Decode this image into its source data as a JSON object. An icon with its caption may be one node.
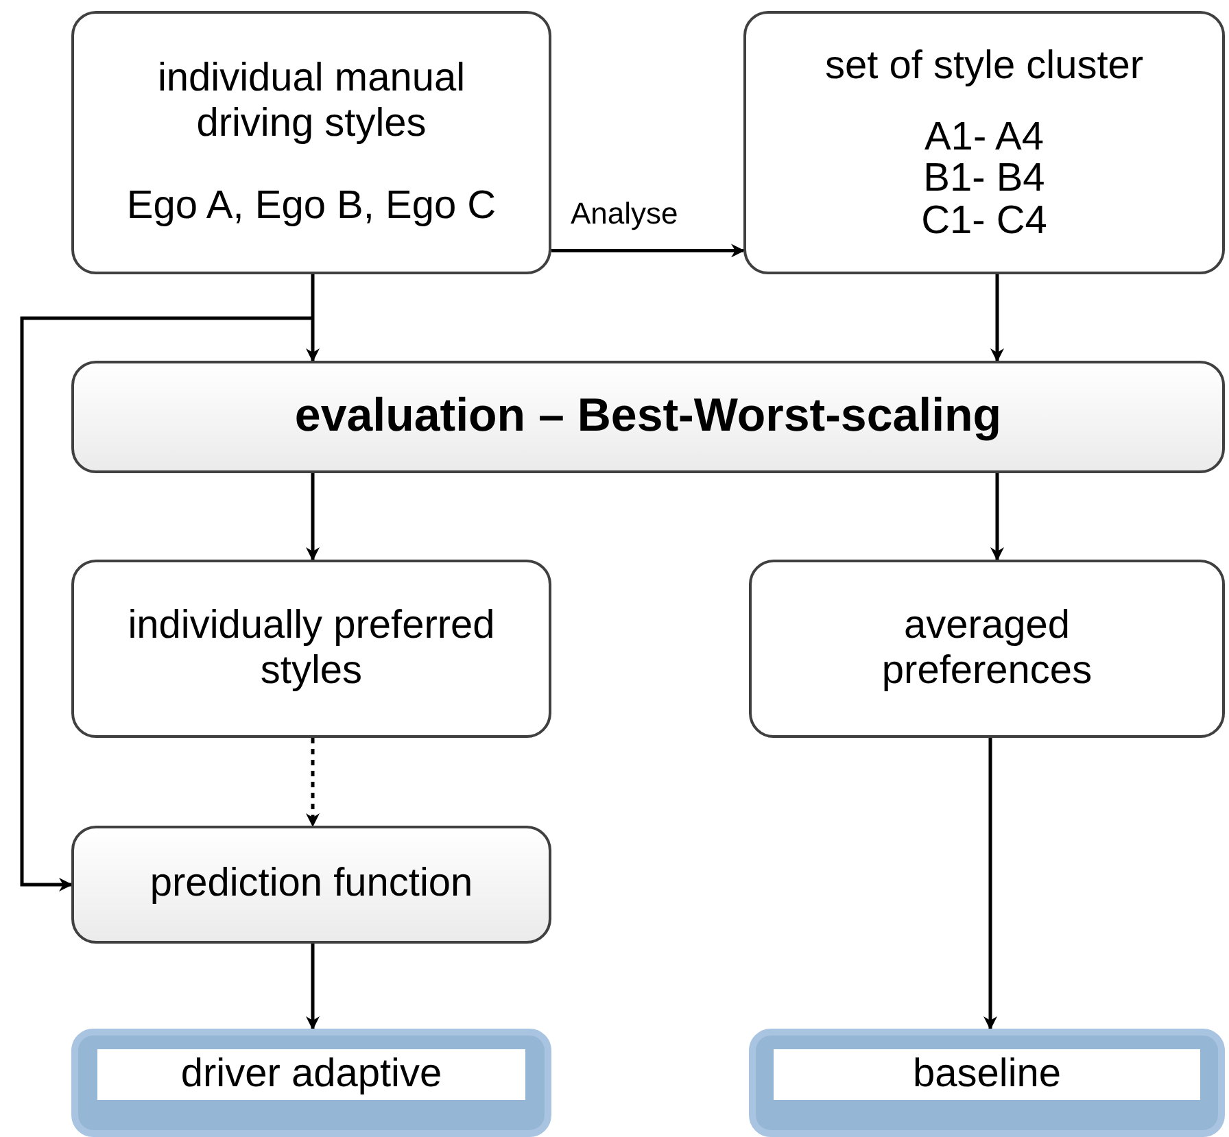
{
  "diagram": {
    "nodes": [
      {
        "text": [
          "individual manual driving styles",
          "Ego A, Ego B, Ego C"
        ]
      },
      {
        "text": [
          "set of style cluster",
          "A1- A4 B1- B4 C1- C4"
        ]
      },
      {
        "text": [
          "evaluation – Best-Worst-scaling"
        ]
      },
      {
        "text": [
          "individually preferred styles"
        ]
      },
      {
        "text": [
          "averaged preferences"
        ]
      },
      {
        "text": [
          "prediction function"
        ]
      },
      {
        "text": [
          "driver adaptive"
        ]
      },
      {
        "text": [
          "baseline"
        ]
      }
    ],
    "edges": [
      {
        "from": 0,
        "to": 1,
        "arrow": "to",
        "label": "Analyse"
      },
      {
        "from": 0,
        "to": 2,
        "arrow": "to"
      },
      {
        "from": 1,
        "to": 2,
        "arrow": "to"
      },
      {
        "from": 2,
        "to": 3,
        "arrow": "to"
      },
      {
        "from": 2,
        "to": 4,
        "arrow": "to"
      },
      {
        "from": 3,
        "to": 5,
        "arrow": "to",
        "style": "dashed"
      },
      {
        "from": 0,
        "to": 5,
        "arrow": "to"
      },
      {
        "from": 5,
        "to": 6,
        "arrow": "to"
      },
      {
        "from": 4,
        "to": 7,
        "arrow": "to"
      }
    ]
  }
}
